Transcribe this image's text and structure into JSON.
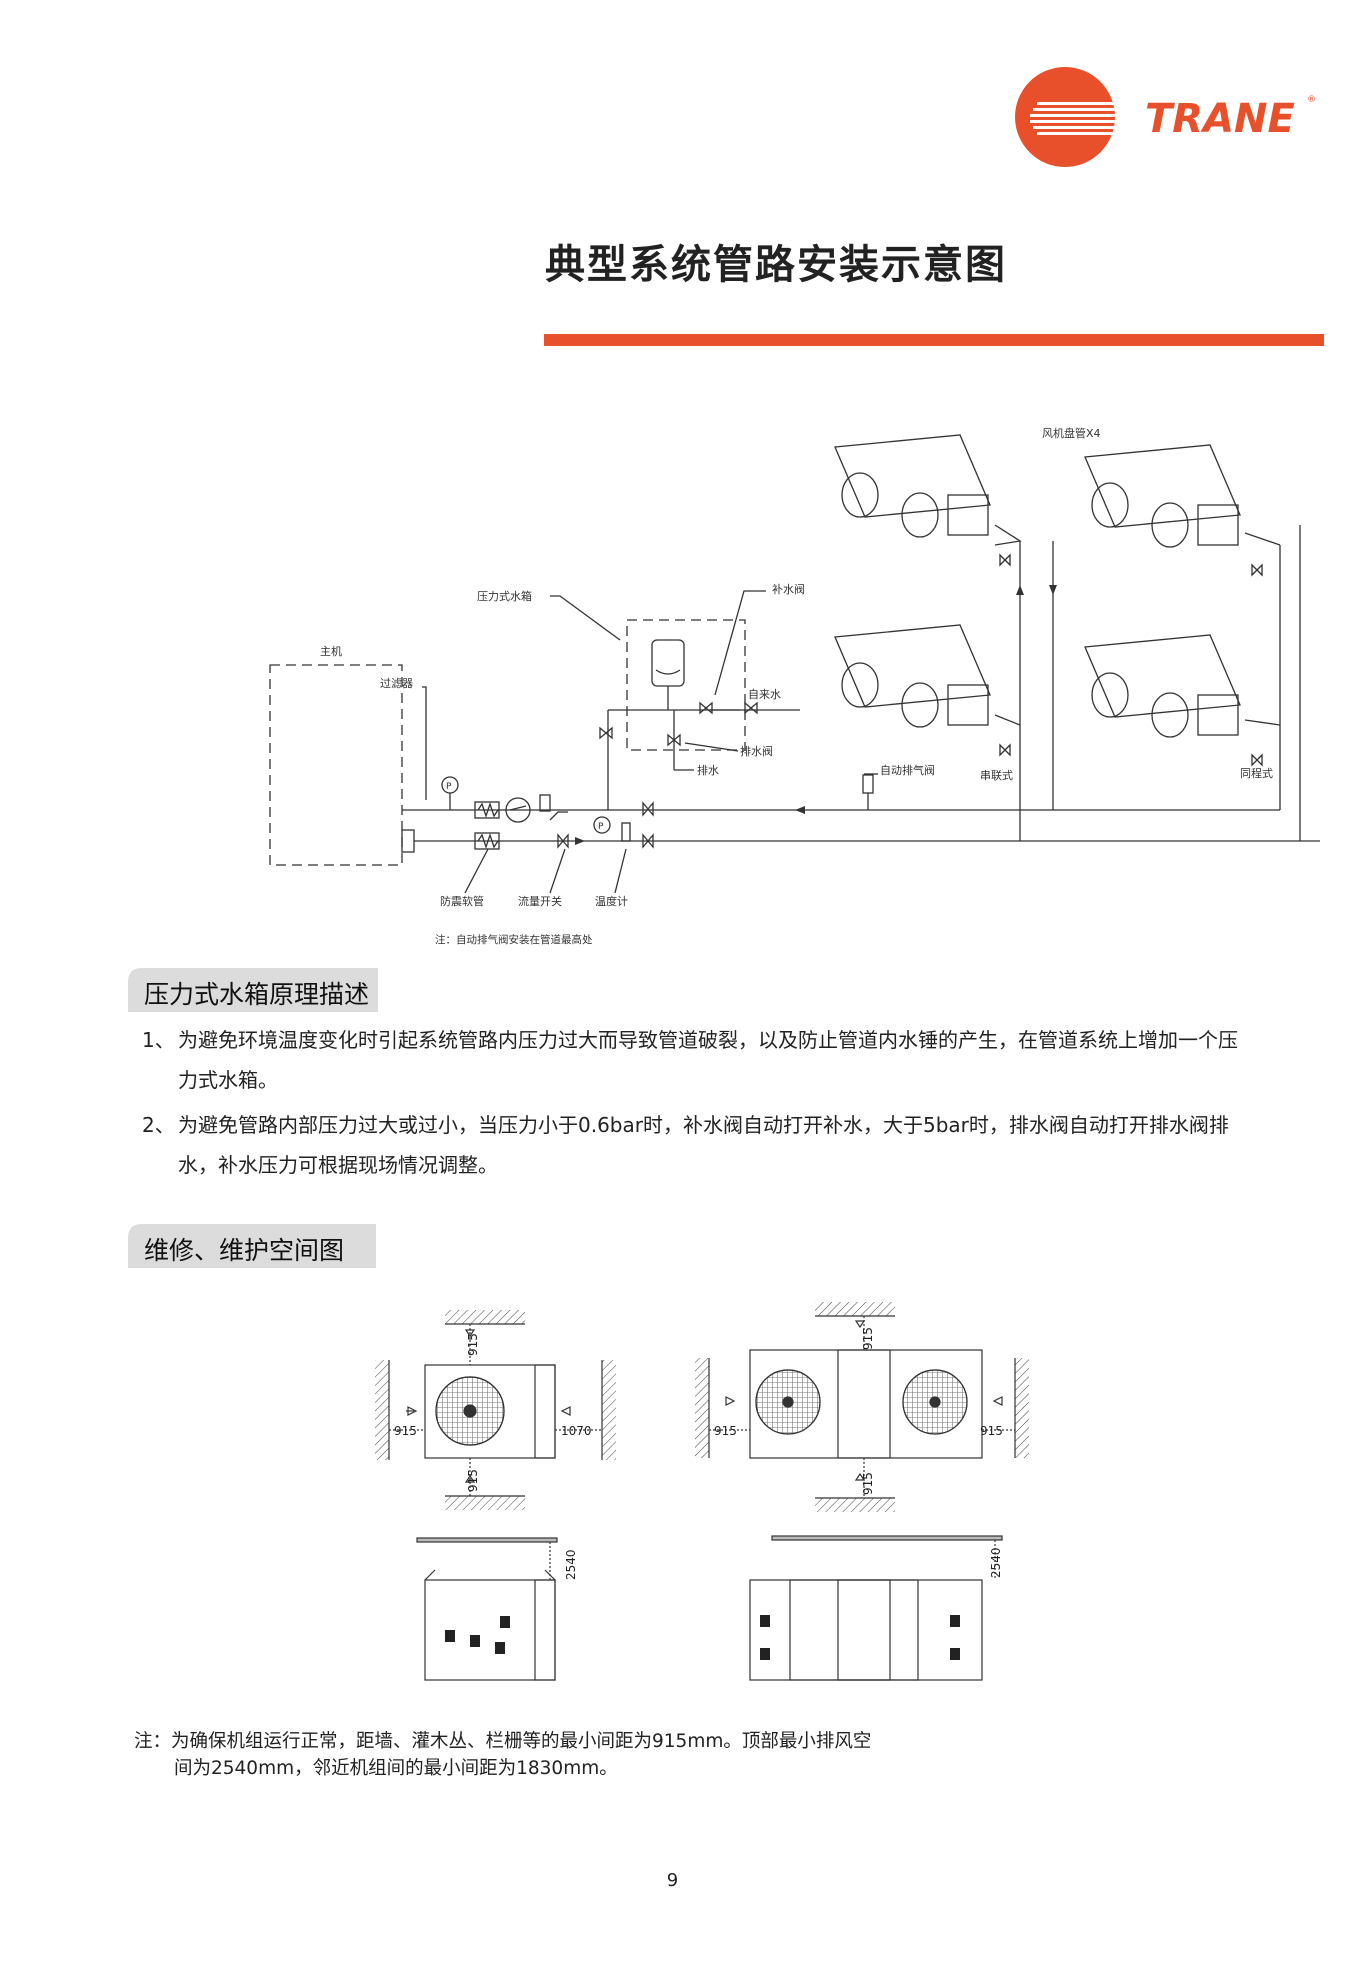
{
  "brand": {
    "name": "TRANE",
    "trademark": "®",
    "logo_color": "#e8502c"
  },
  "title": "典型系统管路安装示意图",
  "accent_color": "#e8502c",
  "piping_diagram": {
    "labels": {
      "fan_coil": "风机盘管X4",
      "host": "主机",
      "pressure_tank": "压力式水箱",
      "filter": "过滤器",
      "makeup_valve": "补水阀",
      "tap_water": "自来水",
      "drain": "排水",
      "drain_valve": "排水阀",
      "auto_air_vent": "自动排气阀",
      "soft_joint": "防震软管",
      "flow_switch": "流量开关",
      "thermometer": "温度计",
      "series_1": "串联式",
      "series_2": "同程式"
    },
    "note": "注：自动排气阀安装在管道最高处"
  },
  "section1": {
    "heading": "压力式水箱原理描述",
    "items": [
      {
        "num": "1、",
        "line1": "为避免环境温度变化时引起系统管路内压力过大而导致管道破裂，以及防止管道内水锤的产生，在管道系统上增加一个压",
        "line2": "力式水箱。"
      },
      {
        "num": "2、",
        "line1": "为避免管路内部压力过大或过小，当压力小于0.6bar时，补水阀自动打开补水，大于5bar时，排水阀自动打开排水阀排",
        "line2": "水，补水压力可根据现场情况调整。"
      }
    ]
  },
  "section2": {
    "heading": "维修、维护空间图"
  },
  "clearance_diagram": {
    "left_unit": {
      "top": "915",
      "bottom": "915",
      "left": "915",
      "right": "1070",
      "height": "2540"
    },
    "right_unit": {
      "top": "915",
      "bottom": "915",
      "left": "915",
      "right": "915",
      "height": "2540"
    }
  },
  "note": {
    "line1": "注：为确保机组运行正常，距墙、灌木丛、栏栅等的最小间距为915mm。顶部最小排风空",
    "line2": "间为2540mm，邻近机组间的最小间距为1830mm。"
  },
  "page_number": "9"
}
